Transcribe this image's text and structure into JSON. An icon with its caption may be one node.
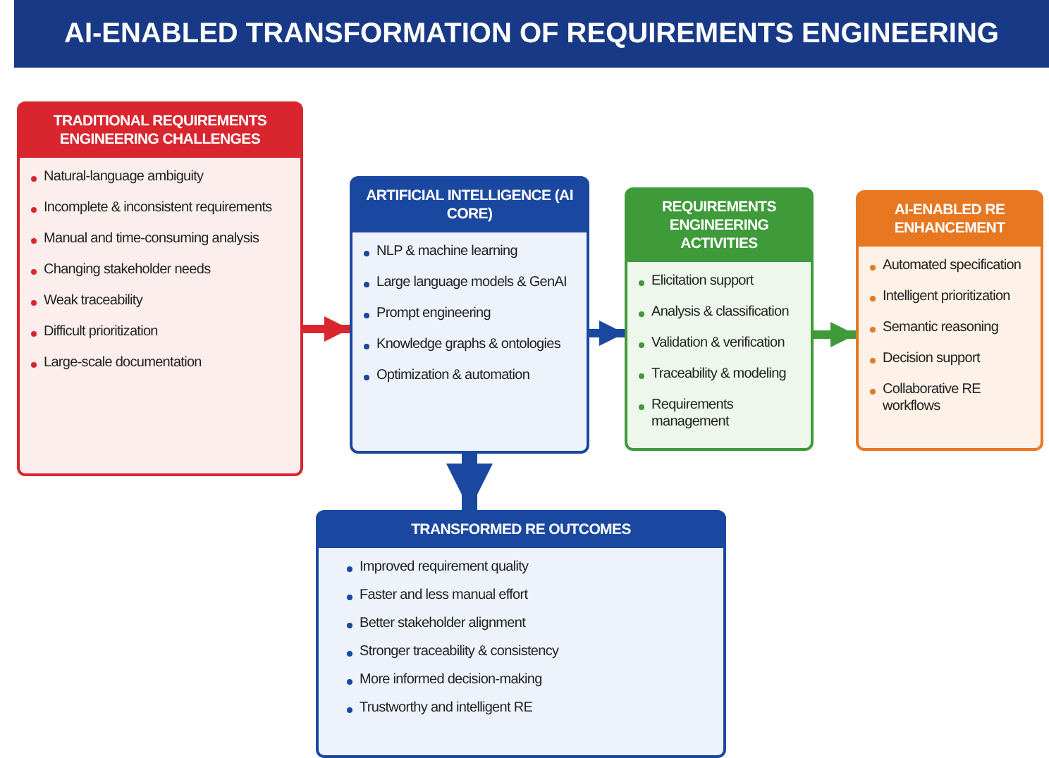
{
  "diagram": {
    "title": "AI-ENABLED TRANSFORMATION OF REQUIREMENTS ENGINEERING",
    "nodes": [
      {
        "text": [
          "TRADITIONAL REQUIREMENTS ENGINEERING CHALLENGES",
          "Natural-language ambiguity",
          "Incomplete & inconsistent requirements",
          "Manual and time-consuming analysis",
          "Changing stakeholder needs",
          "Weak traceability",
          "Difficult prioritization",
          "Large-scale documentation"
        ]
      },
      {
        "text": [
          "ARTIFICIAL INTELLIGENCE (AI CORE)",
          "NLP & machine learning",
          "Large language models & GenAI",
          "Prompt engineering",
          "Knowledge graphs & ontologies",
          "Optimization & automation"
        ]
      },
      {
        "text": [
          "REQUIREMENTS ENGINEERING ACTIVITIES",
          "Elicitation support",
          "Analysis & classification",
          "Validation & verification",
          "Traceability & modeling",
          "Requirements management"
        ]
      },
      {
        "text": [
          "AI-ENABLED RE ENHANCEMENT",
          "Automated specification",
          "Intelligent prioritization",
          "Semantic reasoning",
          "Decision support",
          "Collaborative RE workflows"
        ]
      },
      {
        "text": [
          "TRANSFORMED RE OUTCOMES",
          "Improved requirement quality",
          "Faster and less manual effort",
          "Better stakeholder alignment",
          "Stronger traceability & consistency",
          "More informed decision-making",
          "Trustworthy and intelligent RE"
        ]
      }
    ],
    "edges": [
      {
        "from": 0,
        "to": 1,
        "arrow": "to",
        "color": "#d9262e"
      },
      {
        "from": 1,
        "to": 2,
        "arrow": "to"
      },
      {
        "from": 2,
        "to": 3,
        "arrow": "to",
        "color": "#3f9a3a"
      },
      {
        "from": 1,
        "to": 4,
        "arrow": "to",
        "style": "thick"
      }
    ]
  }
}
